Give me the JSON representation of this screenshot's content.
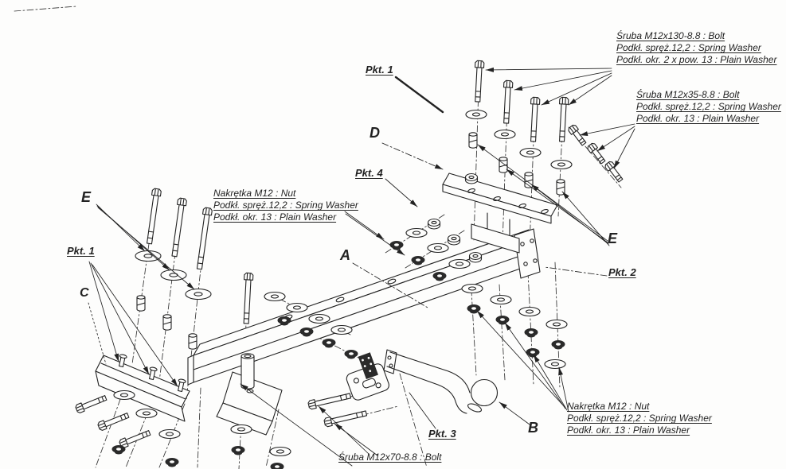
{
  "diagram": {
    "background": "#fdfdfc",
    "ink": "#222222",
    "part_labels": {
      "a": "A",
      "b": "B",
      "c": "C",
      "d": "D",
      "e_left": "E",
      "e_right": "E"
    },
    "point_labels": {
      "pkt1_top": "Pkt. 1",
      "pkt1_left": "Pkt. 1",
      "pkt2": "Pkt. 2",
      "pkt3": "Pkt. 3",
      "pkt4": "Pkt. 4"
    },
    "callouts": {
      "bolt_m12x130": {
        "line1": "Śruba M12x130-8.8 :  Bolt",
        "line2": "Podkł. spręż.12,2 :  Spring Washer",
        "line3": "Podkł. okr. 2 x pow. 13 :  Plain Washer"
      },
      "bolt_m12x35": {
        "line1": "Śruba M12x35-8.8 :  Bolt",
        "line2": "Podkł. spręż.12,2 :  Spring Washer",
        "line3": "Podkł. okr. 13 :  Plain Washer"
      },
      "nut_mid": {
        "line1": "Nakrętka M12 :  Nut",
        "line2": "Podkł. spręż.12,2 :  Spring Washer",
        "line3": "Podkł. okr. 13 :  Plain Washer"
      },
      "nut_bottom": {
        "line1": "Nakrętka M12 :  Nut",
        "line2": "Podkł. spręż.12,2 :  Spring Washer",
        "line3": "Podkł. okr. 13 :  Plain Washer"
      },
      "bolt_m12x70": {
        "line1": "Śruba M12x70-8.8 :  Bolt"
      }
    }
  }
}
